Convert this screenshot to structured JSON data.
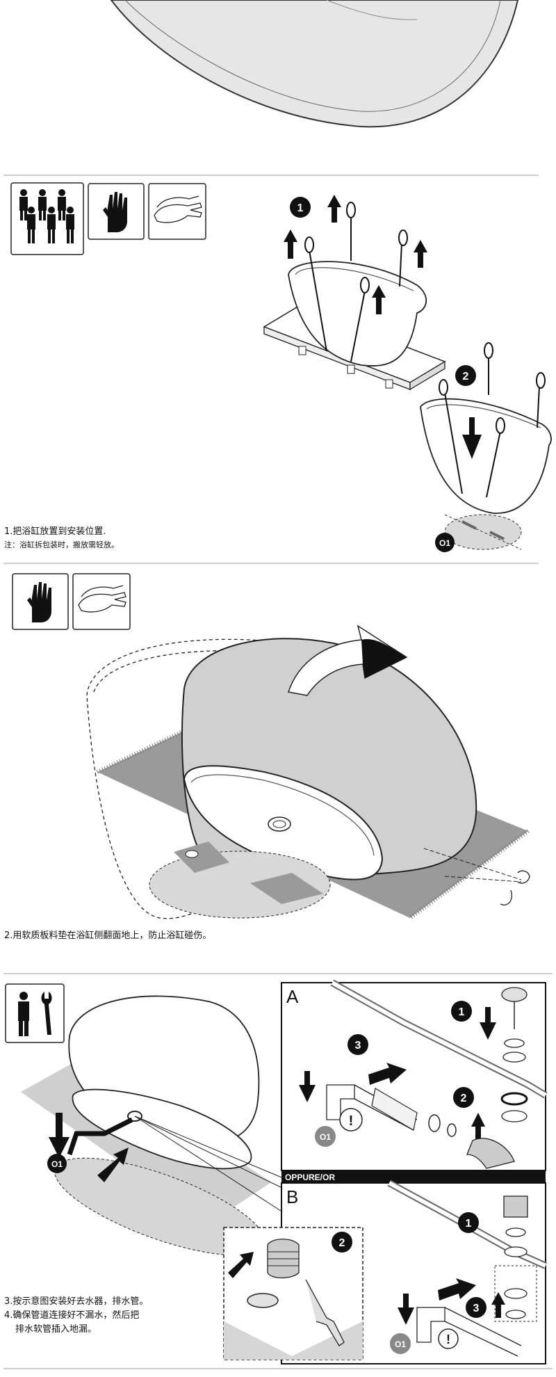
{
  "step1": {
    "caption": "1.把浴缸放置到安装位置.",
    "note": "注：浴缸拆包装时，搬放需轻放。",
    "markers": [
      "1",
      "2",
      "O1"
    ]
  },
  "step2": {
    "caption": "2.用软质板料垫在浴缸侧翻面地上，防止浴缸碰伤。"
  },
  "step3": {
    "caption_line1": "3.按示意图安装好去水器，排水管。",
    "caption_line2": "4.确保管道连接好不漏水，然后把",
    "caption_line3": "排水软管插入地漏。",
    "panel_a_label": "A",
    "panel_b_label": "B",
    "separator_label": "OPPURE/OR",
    "markers": [
      "1",
      "2",
      "3",
      "O1"
    ]
  },
  "icons": [
    "four-people-icon",
    "hand-stop-icon",
    "gloves-icon",
    "person-icon",
    "wrench-icon"
  ]
}
